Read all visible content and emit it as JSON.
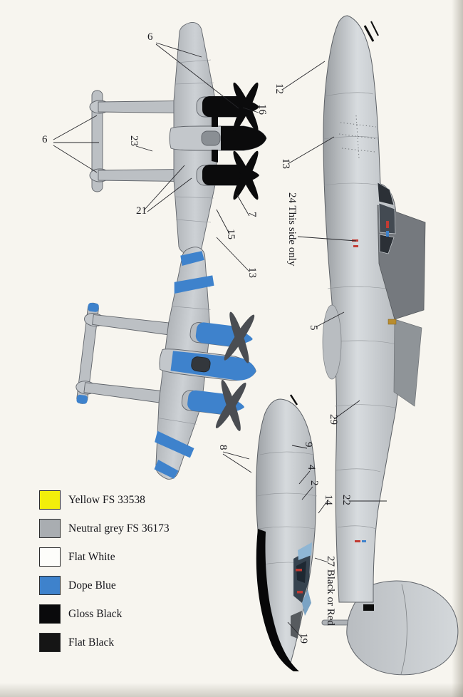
{
  "page": {
    "background": "#f7f5ef"
  },
  "palette": {
    "yellow": "#f2ee0b",
    "neutral_grey": "#a9adb1",
    "flat_white": "#fdfdfa",
    "dope_blue": "#3e82cc",
    "gloss_black": "#0a0a0c",
    "flat_black": "#151515",
    "decal_red": "#c23b33"
  },
  "legend": {
    "items": [
      {
        "name": "yellow",
        "label": "Yellow FS 33538"
      },
      {
        "name": "neutral-grey",
        "label": "Neutral grey FS 36173"
      },
      {
        "name": "flat-white",
        "label": "Flat White"
      },
      {
        "name": "dope-blue",
        "label": "Dope Blue"
      },
      {
        "name": "gloss-black",
        "label": "Gloss Black"
      },
      {
        "name": "flat-black",
        "label": "Flat Black"
      }
    ]
  },
  "callouts": {
    "plan_black": {
      "c6_wing": "6",
      "c6_tail": "6",
      "c16": "16",
      "c23": "23",
      "c21": "21",
      "c7": "7",
      "c15": "15",
      "c13": "13"
    },
    "side": {
      "c12": "12",
      "c13": "13",
      "c24": "24 This side only",
      "c5": "5",
      "c29": "29",
      "c22": "22",
      "c14": "14"
    },
    "nose": {
      "c8": "8",
      "c9": "9",
      "c4": "4",
      "c2": "2",
      "c27": "27 Black or Red",
      "c19": "19"
    }
  }
}
